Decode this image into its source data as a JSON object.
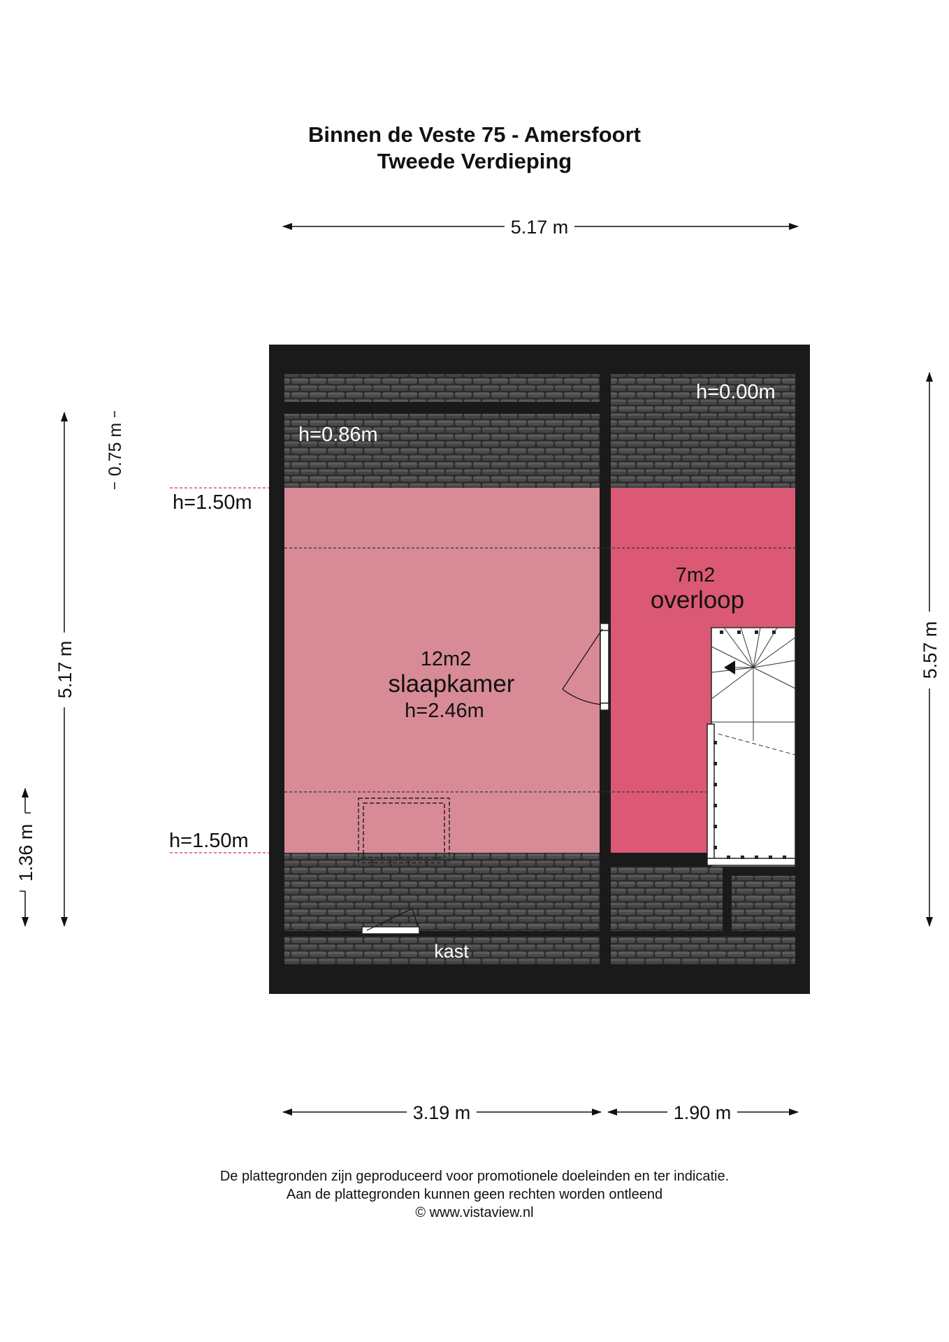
{
  "header": {
    "title": "Binnen de Veste 75 - Amersfoort",
    "subtitle": "Tweede Verdieping"
  },
  "dimensions": {
    "top_width": "5.17 m",
    "left_height": "5.17 m",
    "left_upper": "0.75 m",
    "left_lower": "1.36 m",
    "right_height": "5.57 m",
    "bottom_left": "3.19 m",
    "bottom_right": "1.90 m"
  },
  "heights": {
    "upper_line": "h=1.50m",
    "lower_line": "h=1.50m",
    "left_roof": "h=0.86m",
    "right_roof": "h=0.00m"
  },
  "rooms": {
    "slaapkamer": {
      "area": "12m2",
      "name": "slaapkamer",
      "height": "h=2.46m"
    },
    "overloop": {
      "area": "7m2",
      "name": "overloop"
    },
    "kast": {
      "name": "kast"
    }
  },
  "colors": {
    "slaapkamer": "#d88b97",
    "overloop": "#db5974",
    "wall": "#1a1a1a",
    "roof_tile": "#3a3a3a"
  },
  "footer": {
    "line1": "De plattegronden zijn geproduceerd voor promotionele doeleinden en ter indicatie.",
    "line2": "Aan de plattegronden kunnen geen rechten worden ontleend",
    "line3": "© www.vistaview.nl"
  }
}
